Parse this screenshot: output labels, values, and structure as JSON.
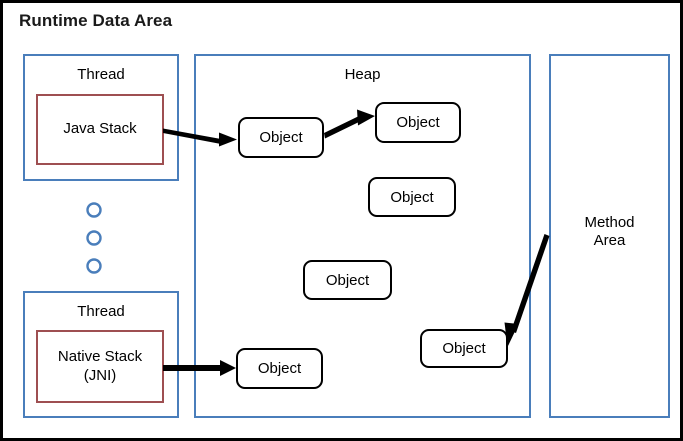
{
  "diagram": {
    "title": "Runtime Data Area",
    "regions": [
      {
        "id": "thread-top",
        "label": "Thread"
      },
      {
        "id": "heap",
        "label": "Heap"
      },
      {
        "id": "thread-bottom",
        "label": "Thread"
      },
      {
        "id": "method-area",
        "label_line1": "Method",
        "label_line2": "Area"
      }
    ],
    "stacks": [
      {
        "id": "java-stack",
        "label": "Java Stack"
      },
      {
        "id": "native-stack",
        "label_line1": "Native Stack",
        "label_line2": "(JNI)"
      }
    ],
    "objects": [
      {
        "id": "object-1",
        "label": "Object"
      },
      {
        "id": "object-2",
        "label": "Object"
      },
      {
        "id": "object-3",
        "label": "Object"
      },
      {
        "id": "object-4",
        "label": "Object"
      },
      {
        "id": "object-5",
        "label": "Object"
      },
      {
        "id": "object-6",
        "label": "Object"
      }
    ],
    "ellipsis_dots": 3,
    "arrows": [
      {
        "id": "arrow-java-stack-to-object-1",
        "from": "java-stack",
        "to": "object-1"
      },
      {
        "id": "arrow-object-1-to-object-2",
        "from": "object-1",
        "to": "object-2"
      },
      {
        "id": "arrow-native-stack-to-object-6",
        "from": "native-stack",
        "to": "object-6"
      },
      {
        "id": "arrow-method-area-to-object-5",
        "from": "method-area",
        "to": "object-5"
      }
    ],
    "colors": {
      "outer_border": "#000000",
      "region_border": "#4a7ebb",
      "stack_border": "#9e4f51",
      "object_border": "#000000",
      "arrow": "#000000",
      "background": "#ffffff",
      "text": "#000000"
    }
  }
}
